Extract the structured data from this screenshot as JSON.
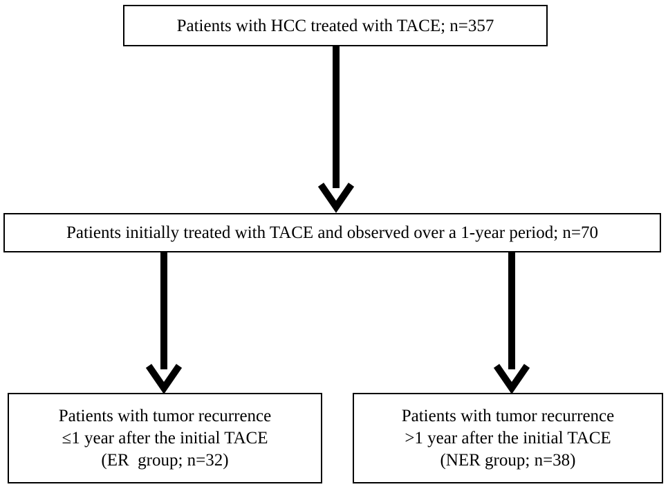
{
  "flowchart": {
    "top_box": {
      "text": "Patients with HCC treated with TACE; n=357"
    },
    "middle_box": {
      "text": "Patients initially treated with TACE and observed over a 1-year period; n=70"
    },
    "left_box": {
      "line1": "Patients with tumor recurrence",
      "line2": "≤1 year after the initial TACE",
      "line3": "(ER  group; n=32)"
    },
    "right_box": {
      "line1": "Patients with tumor recurrence",
      "line2": ">1 year after the initial TACE",
      "line3": "(NER group; n=38)"
    }
  },
  "colors": {
    "line": "#000000",
    "background": "#ffffff"
  }
}
